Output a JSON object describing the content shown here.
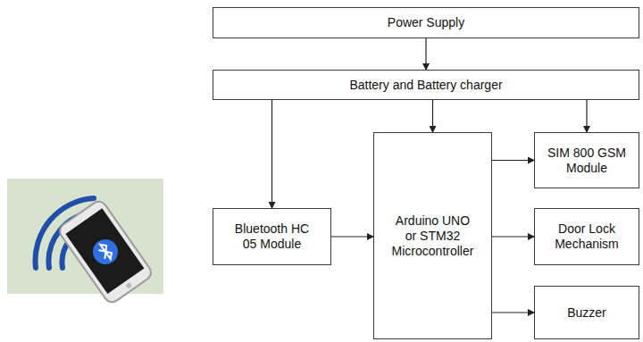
{
  "diagram": {
    "nodes": [
      {
        "text": [
          "Power Supply"
        ]
      },
      {
        "text": [
          "Battery and Battery charger"
        ]
      },
      {
        "text": [
          "Bluetooth HC 05 Module"
        ]
      },
      {
        "text": [
          "Arduino UNO or STM32 Microcontroller"
        ]
      },
      {
        "text": [
          "SIM 800 GSM Module"
        ]
      },
      {
        "text": [
          "Door Lock Mechanism"
        ]
      },
      {
        "text": [
          "Buzzer"
        ]
      }
    ],
    "edges": [
      {
        "from": 0,
        "to": 1,
        "arrow": "to"
      },
      {
        "from": 1,
        "to": 2,
        "arrow": "to"
      },
      {
        "from": 1,
        "to": 3,
        "arrow": "to"
      },
      {
        "from": 1,
        "to": 4,
        "arrow": "to"
      },
      {
        "from": 2,
        "to": 3,
        "arrow": "to"
      },
      {
        "from": 3,
        "to": 4,
        "arrow": "to"
      },
      {
        "from": 3,
        "to": 5,
        "arrow": "to"
      },
      {
        "from": 3,
        "to": 6,
        "arrow": "to"
      }
    ]
  }
}
